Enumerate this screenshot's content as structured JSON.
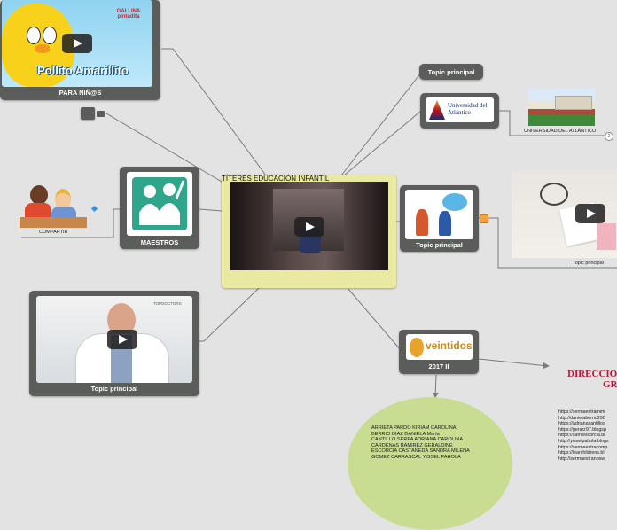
{
  "central": {
    "title": "TÍTERES EDUCACIÓN INFANTIL"
  },
  "nodes": {
    "pollito": {
      "label": "PARA NIÑ@S",
      "thumb_brand": "GALLINA pintadita",
      "thumb_title": "Pollito Amarillito"
    },
    "maestros": {
      "label": "MAESTROS"
    },
    "compartir": {
      "label": "COMPARTIR"
    },
    "video_doctor": {
      "label": "Topic principal",
      "watermark": "TOPDOCTORS"
    },
    "topic_top": {
      "label": "Topic principal"
    },
    "universidad": {
      "logo_text": "Universidad del Atlántico"
    },
    "univ_sub": {
      "label": "UNIVERSIDAD DEL ATLÁNTICO",
      "badge": "2"
    },
    "topic_kids": {
      "label": "Topic principal"
    },
    "topic_video_right": {
      "label": "Topic principal"
    },
    "veintidos": {
      "label": "2017 II",
      "logo_text": "veintidos"
    },
    "direccion": {
      "line1": "DIRECCIO",
      "line2": "GR"
    }
  },
  "names_list": [
    "ARRIETA PARDO KIRIAM CAROLINA",
    "BERRIO DIAZ DANIELA María",
    "CANTILLO SERPA ADRIANA CAROLINA",
    "CARDENAS RAMIREZ GERALDINE",
    "ESCORCIA CASTAÑEDA SANDRA MILENA",
    "GOMEZ CARRASCAL YISSEL PAHOLA"
  ],
  "urls_list": [
    "https://sermaestramim",
    "http://danielaberrio290",
    "https://adrianacantillos",
    "https://geracr97.blogsp",
    "https://samiescorcia.bl",
    "http://yisselpahola.blogs",
    "https://sermaestracomp",
    "https://learchildrens.bl",
    "http://sermaestranosw"
  ],
  "colors": {
    "background": "#e3e3e3",
    "node": "#5a5d59",
    "central_border": "#e9e9a2",
    "line": "#7a7a7a",
    "accent_red": "#c0143c",
    "names_bubble": "#c8dd92"
  }
}
